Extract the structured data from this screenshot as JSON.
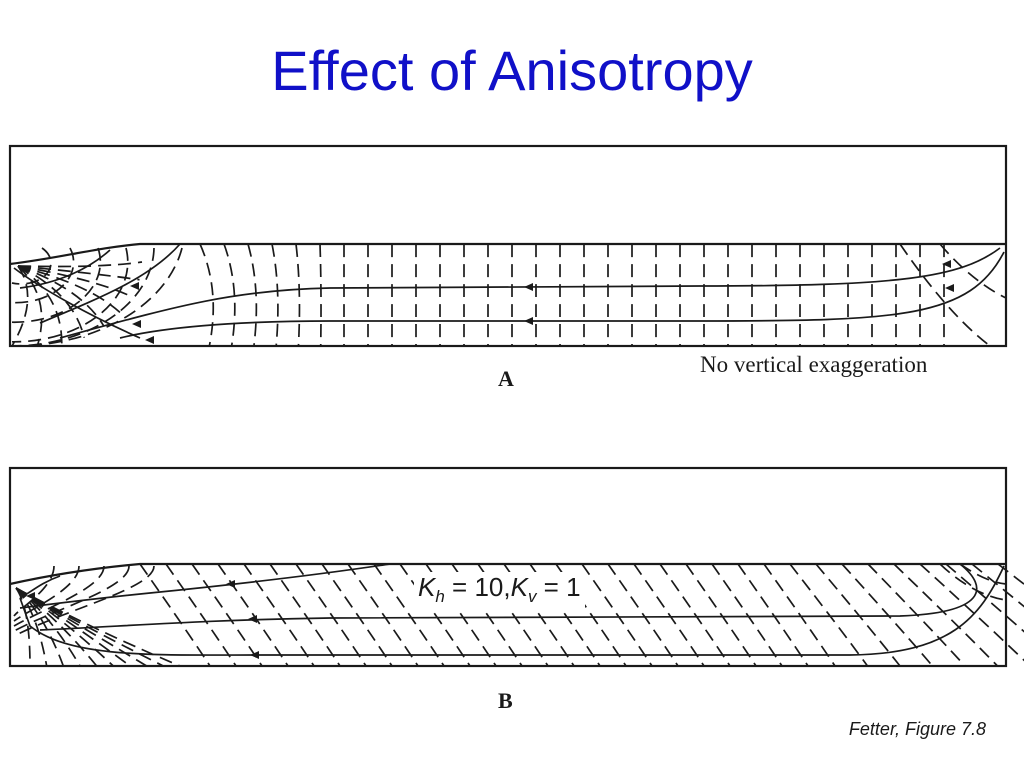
{
  "slide": {
    "title": "Effect of Anisotropy",
    "citation": "Fetter, Figure 7.8",
    "colors": {
      "title": "#1010c8",
      "ink": "#1a1a1a",
      "background": "#ffffff"
    }
  },
  "panel_a": {
    "label": "A",
    "note": "No vertical exaggeration"
  },
  "panel_b": {
    "label": "B",
    "k_label": {
      "kh_symbol": "K",
      "kh_sub": "h",
      "kh_value": "10",
      "kv_symbol": "K",
      "kv_sub": "v",
      "kv_value": "1"
    }
  }
}
